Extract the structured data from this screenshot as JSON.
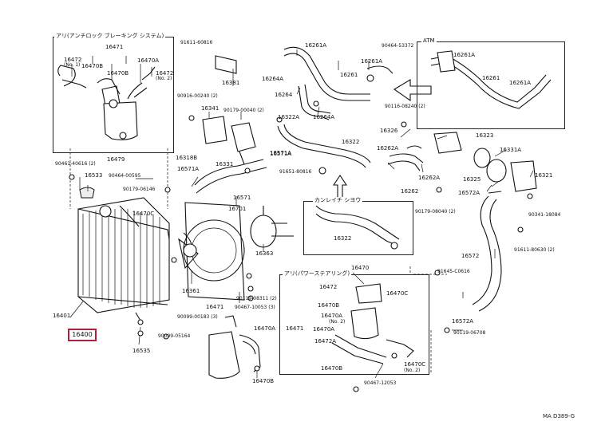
{
  "boxes": {
    "acc_title": "アリ(アンチロック ブレーキング システム)",
    "atm_title": "ATM",
    "kanrei_title": "カンレイチ シヨウ",
    "ps_title": "アリ(パワーステアリング)"
  },
  "labels": {
    "l16471": "16471",
    "l16472a": "16472",
    "l16472a_sub": "(No. 1)",
    "l16470b_a": "16470B",
    "l16470a_a": "16470A",
    "l16472b": "16472",
    "l16472b_sub": "(No. 2)",
    "l16470b_b": "16470B",
    "l16479": "16479",
    "l90461_40616": "90461-40616 (2)",
    "l16533": "16533",
    "l90464_00595": "90464-00595",
    "l90179_06146": "90179-06146",
    "l16470c": "16470C",
    "l16401": "16401",
    "l16400": "16400",
    "l16535": "16535",
    "l91611_60816": "91611-60816",
    "l16381": "16381",
    "l90916_00240": "90916-00240 (2)",
    "l16341": "16341",
    "l90179_00040": "90179-00040 (2)",
    "l16318b": "16318B",
    "l16571a_1": "16571A",
    "l16331": "16331",
    "l16571a_2": "16571A",
    "l16571": "16571",
    "l16701": "16701",
    "l16361": "16361",
    "l16363": "16363",
    "l16471b": "16471",
    "l90119_08311": "90119-08311 (2)",
    "l90467_10053_3": "90467-10053 (3)",
    "l90099_00183": "90099-00183 (3)",
    "l16470a_b": "16470A",
    "l90099_05164": "90099-05164",
    "l16470b_c": "16470B",
    "l16261a": "16261A",
    "l16264a": "16264A",
    "l16264": "16264",
    "l16261": "16261",
    "l16261a_b": "16261A",
    "l90464_53372": "90464-53372",
    "l16322a": "16322A",
    "l16264a_b": "16264A",
    "l16322": "16322",
    "l91651_80816": "91651-80816",
    "l16571a_3": "16571A",
    "l16261a_atm": "16261A",
    "l16261_atm": "16261",
    "l16261a_atm2": "16261A",
    "l90116_08240": "90116-08240 (2)",
    "l16326": "16326",
    "l16323": "16323",
    "l16262a_1": "16262A",
    "l16331a": "16331A",
    "l16262a_2": "16262A",
    "l16325": "16325",
    "l16321": "16321",
    "l16262": "16262",
    "l16572a_1": "16572A",
    "l16322_b": "16322",
    "l90179_08040": "90179-08040 (2)",
    "l90341_18084": "90341-18084",
    "l91611_80630": "91611-80630 (2)",
    "l16572": "16572",
    "l91645_c0616": "91645-C0616",
    "l16572a_2": "16572A",
    "l90119_06708": "90119-06708",
    "l16470": "16470",
    "l16472_ps": "16472",
    "l16470c_ps": "16470C",
    "l16470b_ps": "16470B",
    "l16470a_ps": "16470A",
    "l16470a_ps_sub": "(No. 2)",
    "l16471_ps": "16471",
    "l16470c_ps2": "16470C",
    "l16470c_ps2_sub": "(No. 2)",
    "l16472a_ps": "16472A",
    "l16470b_ps2": "16470B",
    "l90467_12053": "90467-12053",
    "l16470a_ps_b": "16470A",
    "diagram_code": "MA D389-G"
  }
}
